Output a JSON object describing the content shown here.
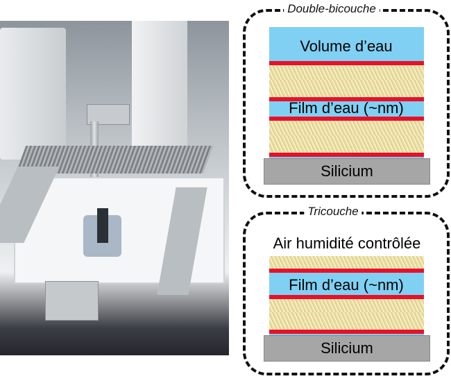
{
  "panels": {
    "bilayer": {
      "title": "Double-bicouche",
      "top_label": "Volume d’eau",
      "film_label": "Film d’eau (~nm)",
      "substrate_label": "Silicium"
    },
    "trilayer": {
      "title": "Tricouche",
      "top_label": "Air humidité contrôlée",
      "film_label": "Film d’eau (~nm)",
      "substrate_label": "Silicium"
    }
  },
  "colors": {
    "water": "#7fd0f3",
    "head": "#e8102a",
    "tail": "#f3e8b5",
    "silicon": "#a6a6a6"
  }
}
